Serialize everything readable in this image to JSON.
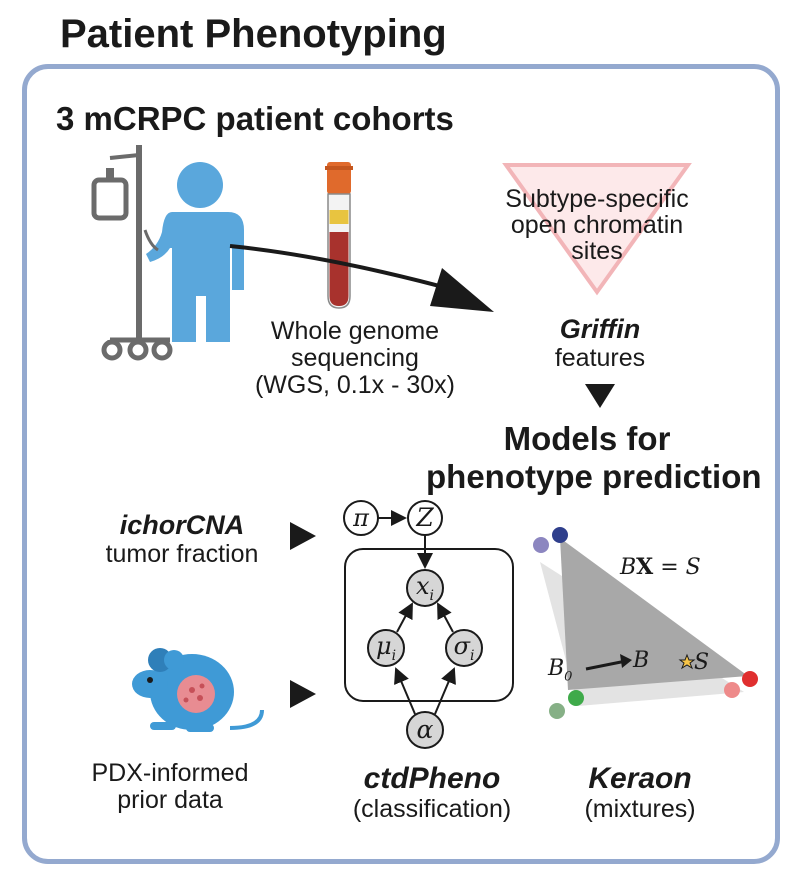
{
  "title": "Patient Phenotyping",
  "cohort_heading": "3 mCRPC patient cohorts",
  "wgs": {
    "line1": "Whole genome",
    "line2": "sequencing",
    "line3": "(WGS, 0.1x - 30x)"
  },
  "sites": {
    "line1": "Subtype-specific",
    "line2": "open chromatin",
    "line3": "sites"
  },
  "griffin": {
    "name": "Griffin",
    "label": "features"
  },
  "models": {
    "line1": "Models for",
    "line2": "phenotype prediction"
  },
  "ichor": {
    "name": "ichorCNA",
    "label": "tumor fraction"
  },
  "pdx": {
    "line1": "PDX-informed",
    "line2": "prior data"
  },
  "ctdpheno": {
    "name": "ctdPheno",
    "label": "(classification)",
    "nodes": {
      "pi": "π",
      "z": "Z",
      "x": "x",
      "x_sub": "i",
      "mu": "μ",
      "mu_sub": "i",
      "sigma": "σ",
      "sigma_sub": "i",
      "alpha": "α"
    }
  },
  "keraon": {
    "name": "Keraon",
    "label": "(mixtures)",
    "eq_b": "B",
    "eq_x": "X",
    "eq_rest": " = S",
    "b0": "B",
    "b0_sub": "0",
    "b": "B",
    "s": "S"
  },
  "colors": {
    "frame": "#94a9cf",
    "patient": "#5aa7dc",
    "iv_stand": "#6b6b6b",
    "triangle_outline": "#f2b5b8",
    "simplex_fill": "#a8a8a8",
    "mouse": "#3f9ad6",
    "blood": "#a8322d",
    "tube_cap": "#e06a2c"
  }
}
